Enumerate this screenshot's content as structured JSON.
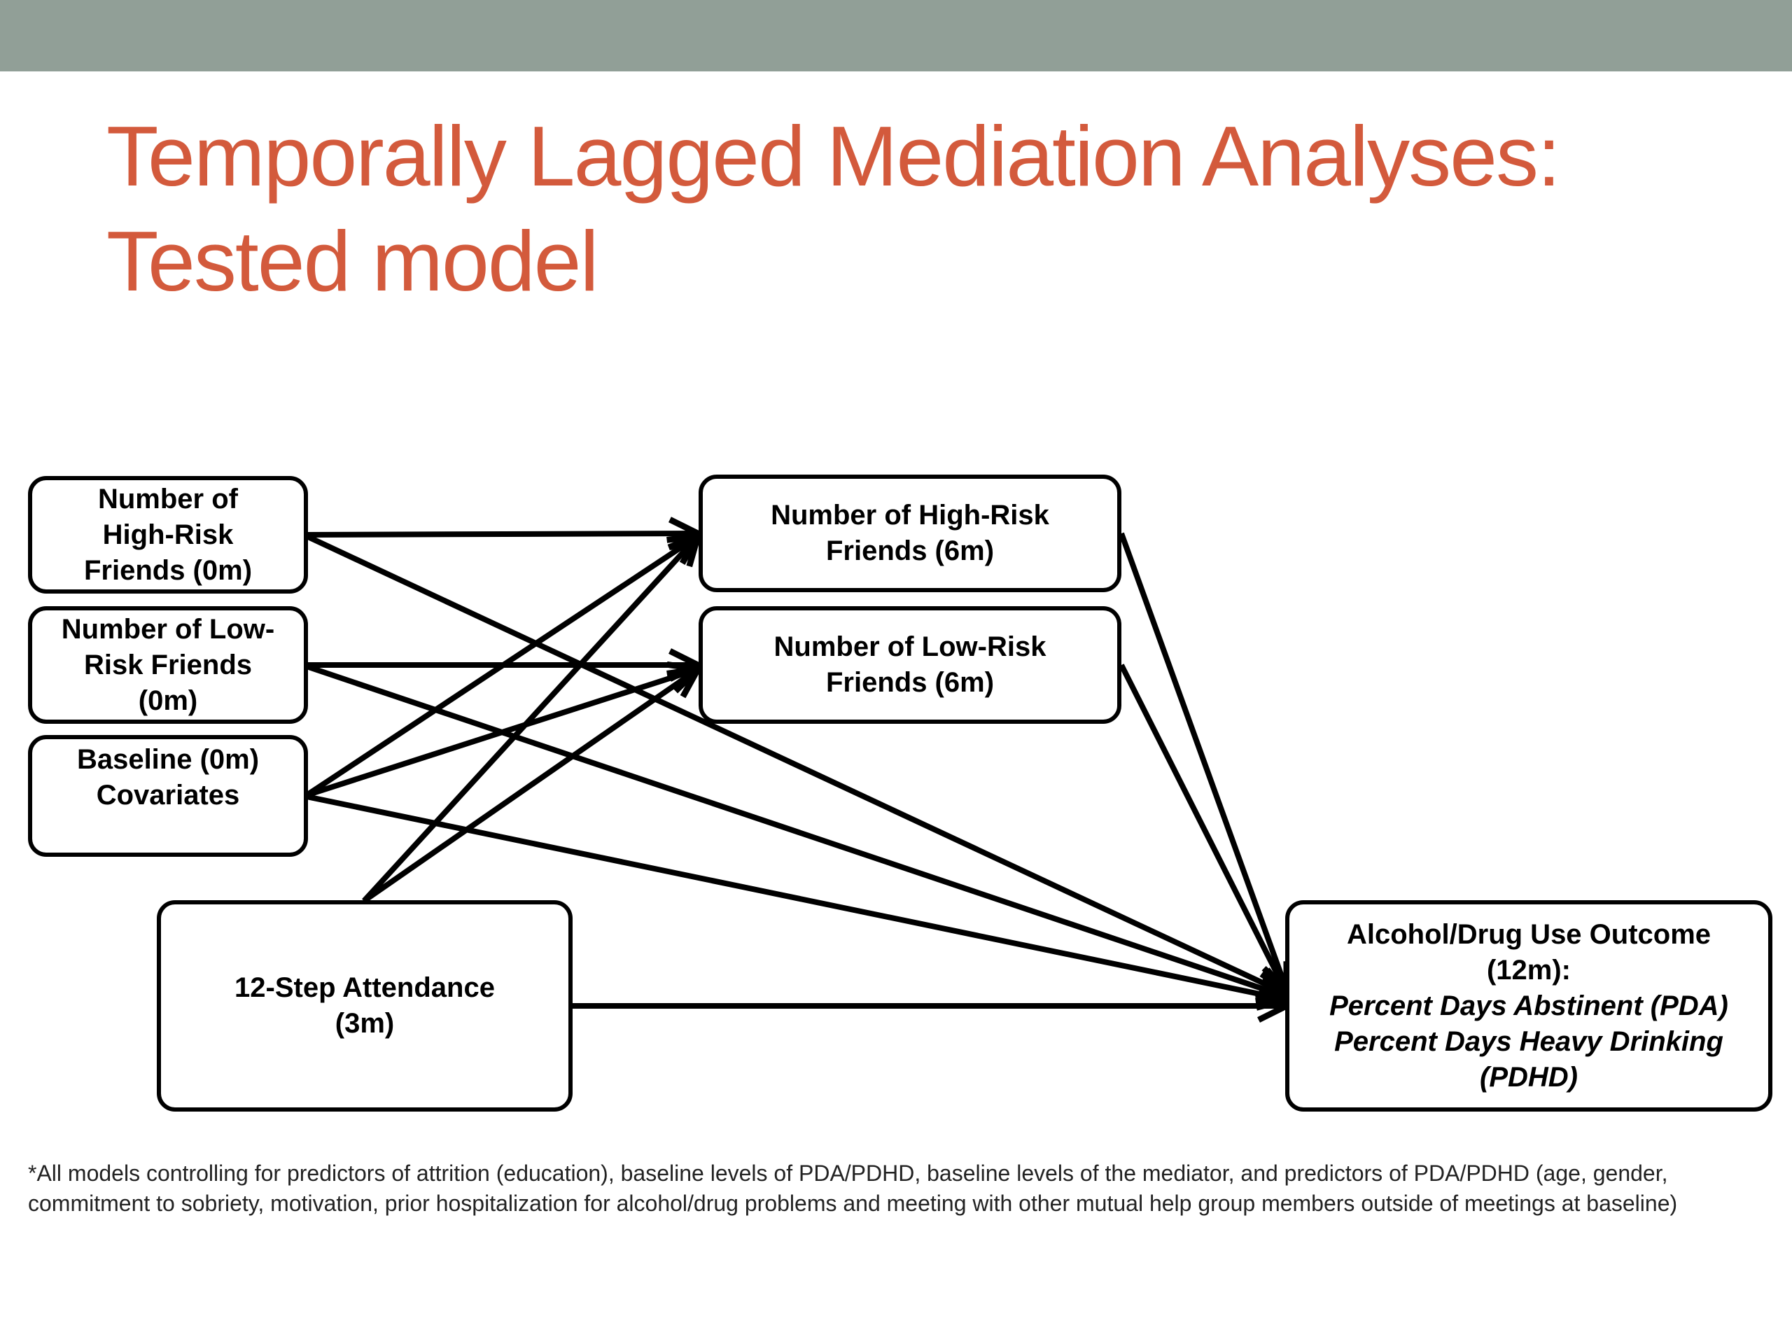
{
  "slide": {
    "title_line1": "Temporally Lagged Mediation Analyses:",
    "title_line2": "Tested model",
    "title_color": "#d35a3c",
    "band_color": "#919f97"
  },
  "nodes": {
    "high_risk_0m": [
      "Number of",
      "High-Risk",
      "Friends (0m)"
    ],
    "low_risk_0m": [
      "Number of Low-",
      "Risk Friends",
      "(0m)"
    ],
    "baseline": [
      "Baseline (0m)",
      "Covariates"
    ],
    "twelve_step": [
      "12-Step Attendance",
      "(3m)"
    ],
    "high_risk_6m": [
      "Number of High-Risk",
      "Friends (6m)"
    ],
    "low_risk_6m": [
      "Number of Low-Risk",
      "Friends (6m)"
    ],
    "outcome": {
      "line1": "Alcohol/Drug Use Outcome",
      "line2": "(12m):",
      "line3": "Percent Days Abstinent (PDA)",
      "line4": "Percent Days Heavy Drinking",
      "line5": "(PDHD)"
    }
  },
  "footnote": "*All models controlling for predictors of attrition (education), baseline levels of PDA/PDHD, baseline levels of the mediator, and predictors of PDA/PDHD (age, gender, commitment to sobriety, motivation, prior hospitalization for alcohol/drug problems and meeting with other mutual help group members outside of meetings at baseline)"
}
